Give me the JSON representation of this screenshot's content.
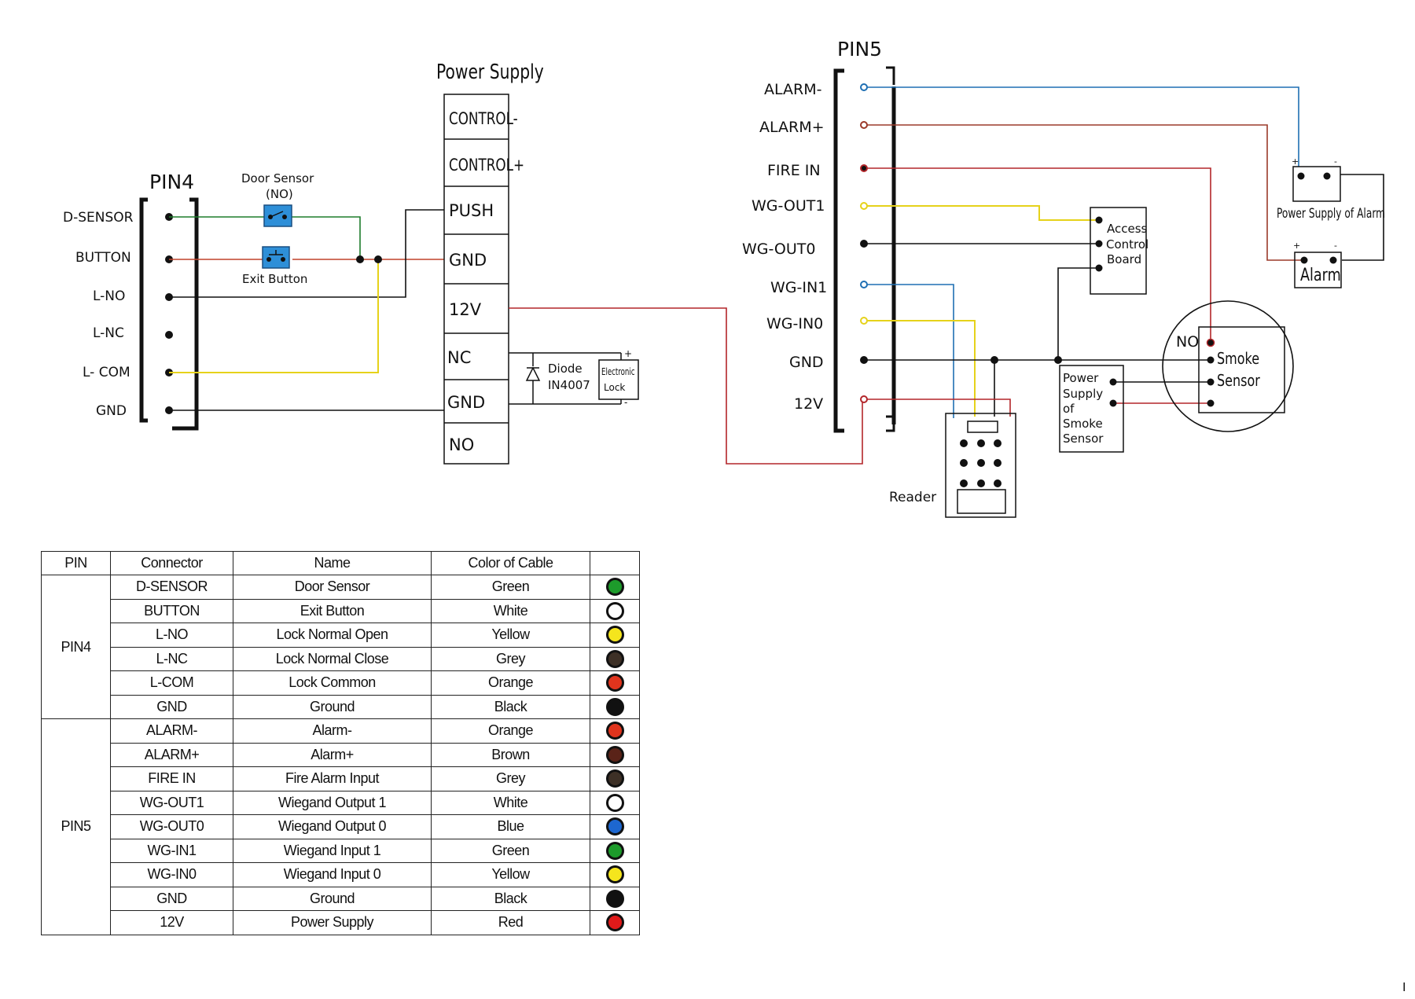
{
  "pin4": {
    "title": "PIN4",
    "pins": [
      "D-SENSOR",
      "BUTTON",
      "L-NO",
      "L-NC",
      "L- COM",
      "GND"
    ]
  },
  "pin5": {
    "title": "PIN5",
    "pins": [
      "ALARM-",
      "ALARM+",
      "FIRE IN",
      "WG-OUT1",
      "WG-OUT0",
      "WG-IN1",
      "WG-IN0",
      "GND",
      "12V"
    ]
  },
  "power_supply": {
    "title": "Power Supply",
    "terminals": [
      "CONTROL-",
      "CONTROL+",
      "PUSH",
      "GND",
      "12V",
      "NC",
      "GND",
      "NO"
    ]
  },
  "door_sensor": {
    "label": "Door Sensor",
    "sub": "(NO)"
  },
  "exit_button": {
    "label": "Exit Button"
  },
  "diode": {
    "label": "Diode",
    "part": "IN4007"
  },
  "lock": {
    "line1": "Electronic",
    "line2": "Lock",
    "plus": "+",
    "minus": "-"
  },
  "access_board": {
    "line1": "Access",
    "line2": "Control",
    "line3": "Board"
  },
  "alarm_psu": {
    "label": "Power Supply of Alarm",
    "plus": "+",
    "minus": "-"
  },
  "alarm": {
    "label": "Alarm",
    "plus": "+",
    "minus": "-"
  },
  "smoke_sensor": {
    "line1": "Smoke",
    "line2": "Sensor",
    "no": "NO"
  },
  "smoke_psu": {
    "line1": "Power",
    "line2": "Supply",
    "line3": "of",
    "line4": "Smoke",
    "line5": "Sensor"
  },
  "reader": {
    "label": "Reader"
  },
  "page_mark": "I",
  "colors": {
    "green": "#1e7d2c",
    "red": "#b3262a",
    "yellow": "#f2e21c",
    "blue": "#1f6fb3",
    "black": "#111111",
    "sensor_blue": "#2e8fd8"
  },
  "table": {
    "headers": [
      "PIN",
      "Connector",
      "Name",
      "Color of Cable"
    ],
    "groups": [
      {
        "pin": "PIN4",
        "rows": [
          {
            "connector": "D-SENSOR",
            "name": "Door Sensor",
            "color": "Green",
            "hex": "#1d9b2b"
          },
          {
            "connector": "BUTTON",
            "name": "Exit Button",
            "color": "White",
            "hex": "#ffffff"
          },
          {
            "connector": "L-NO",
            "name": "Lock Normal Open",
            "color": "Yellow",
            "hex": "#f5e51d"
          },
          {
            "connector": "L-NC",
            "name": "Lock Normal Close",
            "color": "Grey",
            "hex": "#3d3026"
          },
          {
            "connector": "L-COM",
            "name": "Lock Common",
            "color": "Orange",
            "hex": "#e0341d"
          },
          {
            "connector": "GND",
            "name": "Ground",
            "color": "Black",
            "hex": "#111111"
          }
        ]
      },
      {
        "pin": "PIN5",
        "rows": [
          {
            "connector": "ALARM-",
            "name": "Alarm-",
            "color": "Orange",
            "hex": "#e0341d"
          },
          {
            "connector": "ALARM+",
            "name": "Alarm+",
            "color": "Brown",
            "hex": "#5a2318"
          },
          {
            "connector": "FIRE IN",
            "name": "Fire Alarm Input",
            "color": "Grey",
            "hex": "#3d3026"
          },
          {
            "connector": "WG-OUT1",
            "name": "Wiegand Output 1",
            "color": "White",
            "hex": "#ffffff"
          },
          {
            "connector": "WG-OUT0",
            "name": "Wiegand Output 0",
            "color": "Blue",
            "hex": "#1d67d0"
          },
          {
            "connector": "WG-IN1",
            "name": "Wiegand Input 1",
            "color": "Green",
            "hex": "#1d9b2b"
          },
          {
            "connector": "WG-IN0",
            "name": "Wiegand Input 0",
            "color": "Yellow",
            "hex": "#f5e51d"
          },
          {
            "connector": "GND",
            "name": "Ground",
            "color": "Black",
            "hex": "#111111"
          },
          {
            "connector": "12V",
            "name": "Power Supply",
            "color": "Red",
            "hex": "#e01a1a"
          }
        ]
      }
    ]
  }
}
